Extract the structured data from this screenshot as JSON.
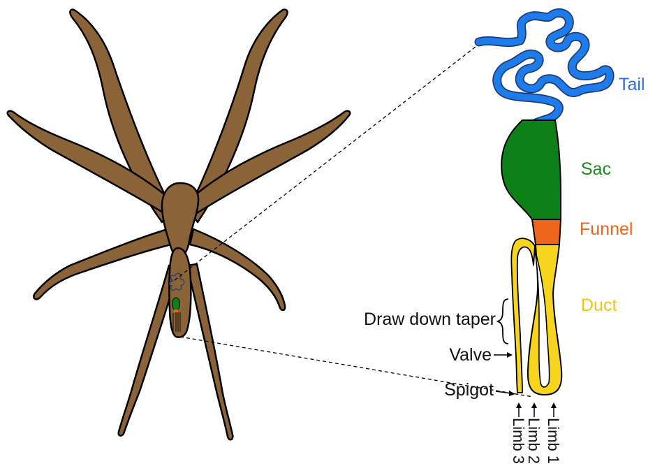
{
  "regions": {
    "tail": {
      "label": "Tail",
      "color": "#2f6fd0"
    },
    "sac": {
      "label": "Sac",
      "color": "#1f8a1f"
    },
    "funnel": {
      "label": "Funnel",
      "color": "#e8651a"
    },
    "duct": {
      "label": "Duct",
      "color": "#ecc61a"
    }
  },
  "annotations": {
    "taper": "Draw down taper",
    "valve": "Valve",
    "spigot": "Spigot"
  },
  "limbs": [
    "Limb 1",
    "Limb 2",
    "Limb 3"
  ],
  "colors": {
    "spider_body": "#8b6338",
    "outline": "#000000",
    "tail_fill": "#1e7bea",
    "sac_fill": "#0d7f16",
    "funnel_fill": "#f0651c",
    "duct_fill": "#f7d51e"
  }
}
